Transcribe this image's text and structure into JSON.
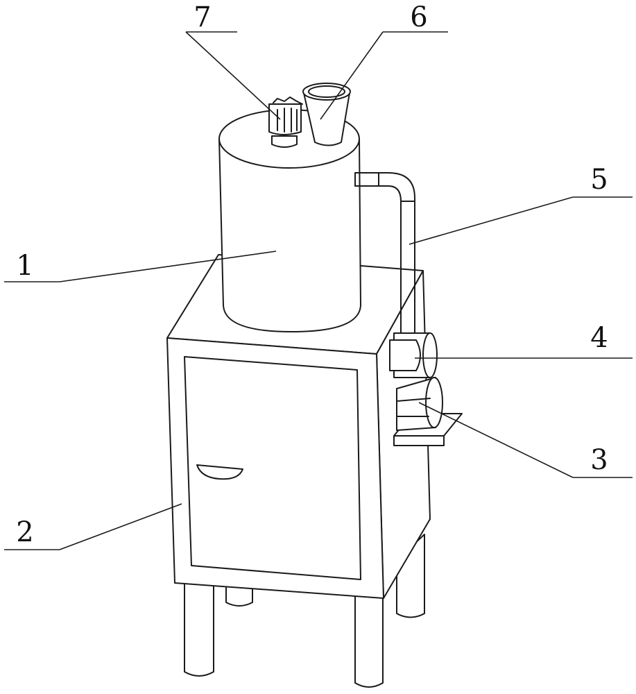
{
  "labels": {
    "part_1": "1",
    "part_2": "2",
    "part_3": "3",
    "part_4": "4",
    "part_5": "5",
    "part_6": "6",
    "part_7": "7"
  }
}
